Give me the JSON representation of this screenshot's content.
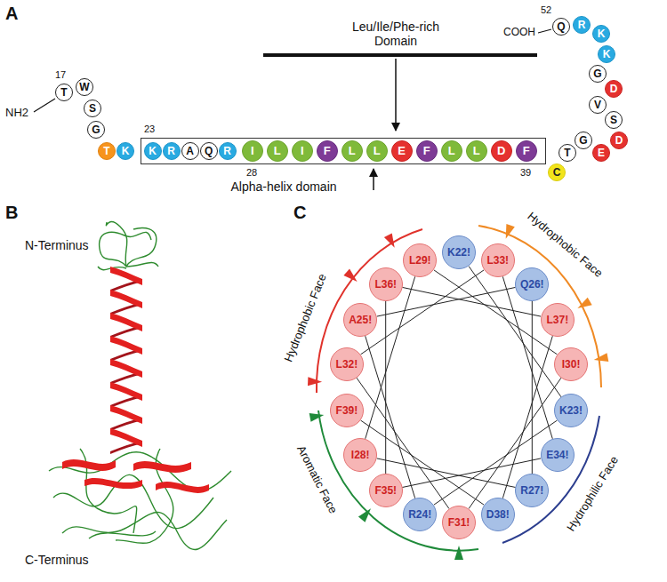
{
  "diagram": {
    "nodes": [
      {
        "text": [
          "T"
        ]
      },
      {
        "text": [
          "W"
        ]
      },
      {
        "text": [
          "S"
        ]
      },
      {
        "text": [
          "G"
        ]
      },
      {
        "text": [
          "T"
        ]
      },
      {
        "text": [
          "K"
        ]
      },
      {
        "text": [
          "Alpha-helix domain"
        ]
      },
      {
        "text": [
          "K"
        ],
        "in": 6
      },
      {
        "text": [
          "R"
        ],
        "in": 6
      },
      {
        "text": [
          "A"
        ],
        "in": 6
      },
      {
        "text": [
          "Q"
        ],
        "in": 6
      },
      {
        "text": [
          "R"
        ],
        "in": 6
      },
      {
        "text": [
          "I"
        ],
        "in": 6
      },
      {
        "text": [
          "L"
        ],
        "in": 6
      },
      {
        "text": [
          "I"
        ],
        "in": 6
      },
      {
        "text": [
          "F"
        ],
        "in": 6
      },
      {
        "text": [
          "L"
        ],
        "in": 6
      },
      {
        "text": [
          "L"
        ],
        "in": 6
      },
      {
        "text": [
          "E"
        ],
        "in": 6
      },
      {
        "text": [
          "F"
        ],
        "in": 6
      },
      {
        "text": [
          "L"
        ],
        "in": 6
      },
      {
        "text": [
          "L"
        ],
        "in": 6
      },
      {
        "text": [
          "D"
        ],
        "in": 6
      },
      {
        "text": [
          "F"
        ],
        "in": 6
      },
      {
        "text": [
          "C"
        ]
      },
      {
        "text": [
          "T"
        ]
      },
      {
        "text": [
          "G"
        ]
      },
      {
        "text": [
          "E"
        ]
      },
      {
        "text": [
          "D"
        ]
      },
      {
        "text": [
          "S"
        ]
      },
      {
        "text": [
          "V"
        ]
      },
      {
        "text": [
          "D"
        ]
      },
      {
        "text": [
          "G"
        ]
      },
      {
        "text": [
          "K"
        ]
      },
      {
        "text": [
          "K"
        ]
      },
      {
        "text": [
          "R"
        ]
      },
      {
        "text": [
          "Q"
        ]
      },
      {
        "text": [
          "K22!"
        ]
      },
      {
        "text": [
          "K23!"
        ]
      },
      {
        "text": [
          "R24!"
        ]
      },
      {
        "text": [
          "A25!"
        ]
      },
      {
        "text": [
          "Q26!"
        ]
      },
      {
        "text": [
          "R27!"
        ]
      },
      {
        "text": [
          "I28!"
        ]
      },
      {
        "text": [
          "L29!"
        ]
      },
      {
        "text": [
          "I30!"
        ]
      },
      {
        "text": [
          "F31!"
        ]
      },
      {
        "text": [
          "L32!"
        ]
      },
      {
        "text": [
          "L33!"
        ]
      },
      {
        "text": [
          "E34!"
        ]
      },
      {
        "text": [
          "F35!"
        ]
      },
      {
        "text": [
          "L36!"
        ]
      },
      {
        "text": [
          "L37!"
        ]
      },
      {
        "text": [
          "D38!"
        ]
      },
      {
        "text": [
          "F39!"
        ]
      }
    ],
    "edges": [
      {
        "from": 37,
        "to": 38,
        "arrow": "none"
      },
      {
        "from": 38,
        "to": 39,
        "arrow": "none"
      },
      {
        "from": 39,
        "to": 40,
        "arrow": "none"
      },
      {
        "from": 40,
        "to": 41,
        "arrow": "none"
      },
      {
        "from": 41,
        "to": 42,
        "arrow": "none"
      },
      {
        "from": 42,
        "to": 43,
        "arrow": "none"
      },
      {
        "from": 43,
        "to": 44,
        "arrow": "none"
      },
      {
        "from": 44,
        "to": 45,
        "arrow": "none"
      },
      {
        "from": 45,
        "to": 46,
        "arrow": "none"
      },
      {
        "from": 46,
        "to": 47,
        "arrow": "none"
      },
      {
        "from": 47,
        "to": 48,
        "arrow": "none"
      },
      {
        "from": 48,
        "to": 49,
        "arrow": "none"
      },
      {
        "from": 49,
        "to": 50,
        "arrow": "none"
      },
      {
        "from": 50,
        "to": 51,
        "arrow": "none"
      },
      {
        "from": 51,
        "to": 52,
        "arrow": "none"
      },
      {
        "from": 52,
        "to": 53,
        "arrow": "none"
      },
      {
        "from": 53,
        "to": 54,
        "arrow": "none"
      }
    ],
    "labels": [
      "A",
      "B",
      "C",
      "NH2",
      "17",
      "23",
      "28",
      "39",
      "COOH",
      "52",
      "Leu/Ile/Phe-rich Domain",
      "N-Terminus",
      "C-Terminus",
      "Hydrophobic Face",
      "Hydrophobic Face",
      "Aromatic Face",
      "Hydrophilic Face"
    ]
  }
}
